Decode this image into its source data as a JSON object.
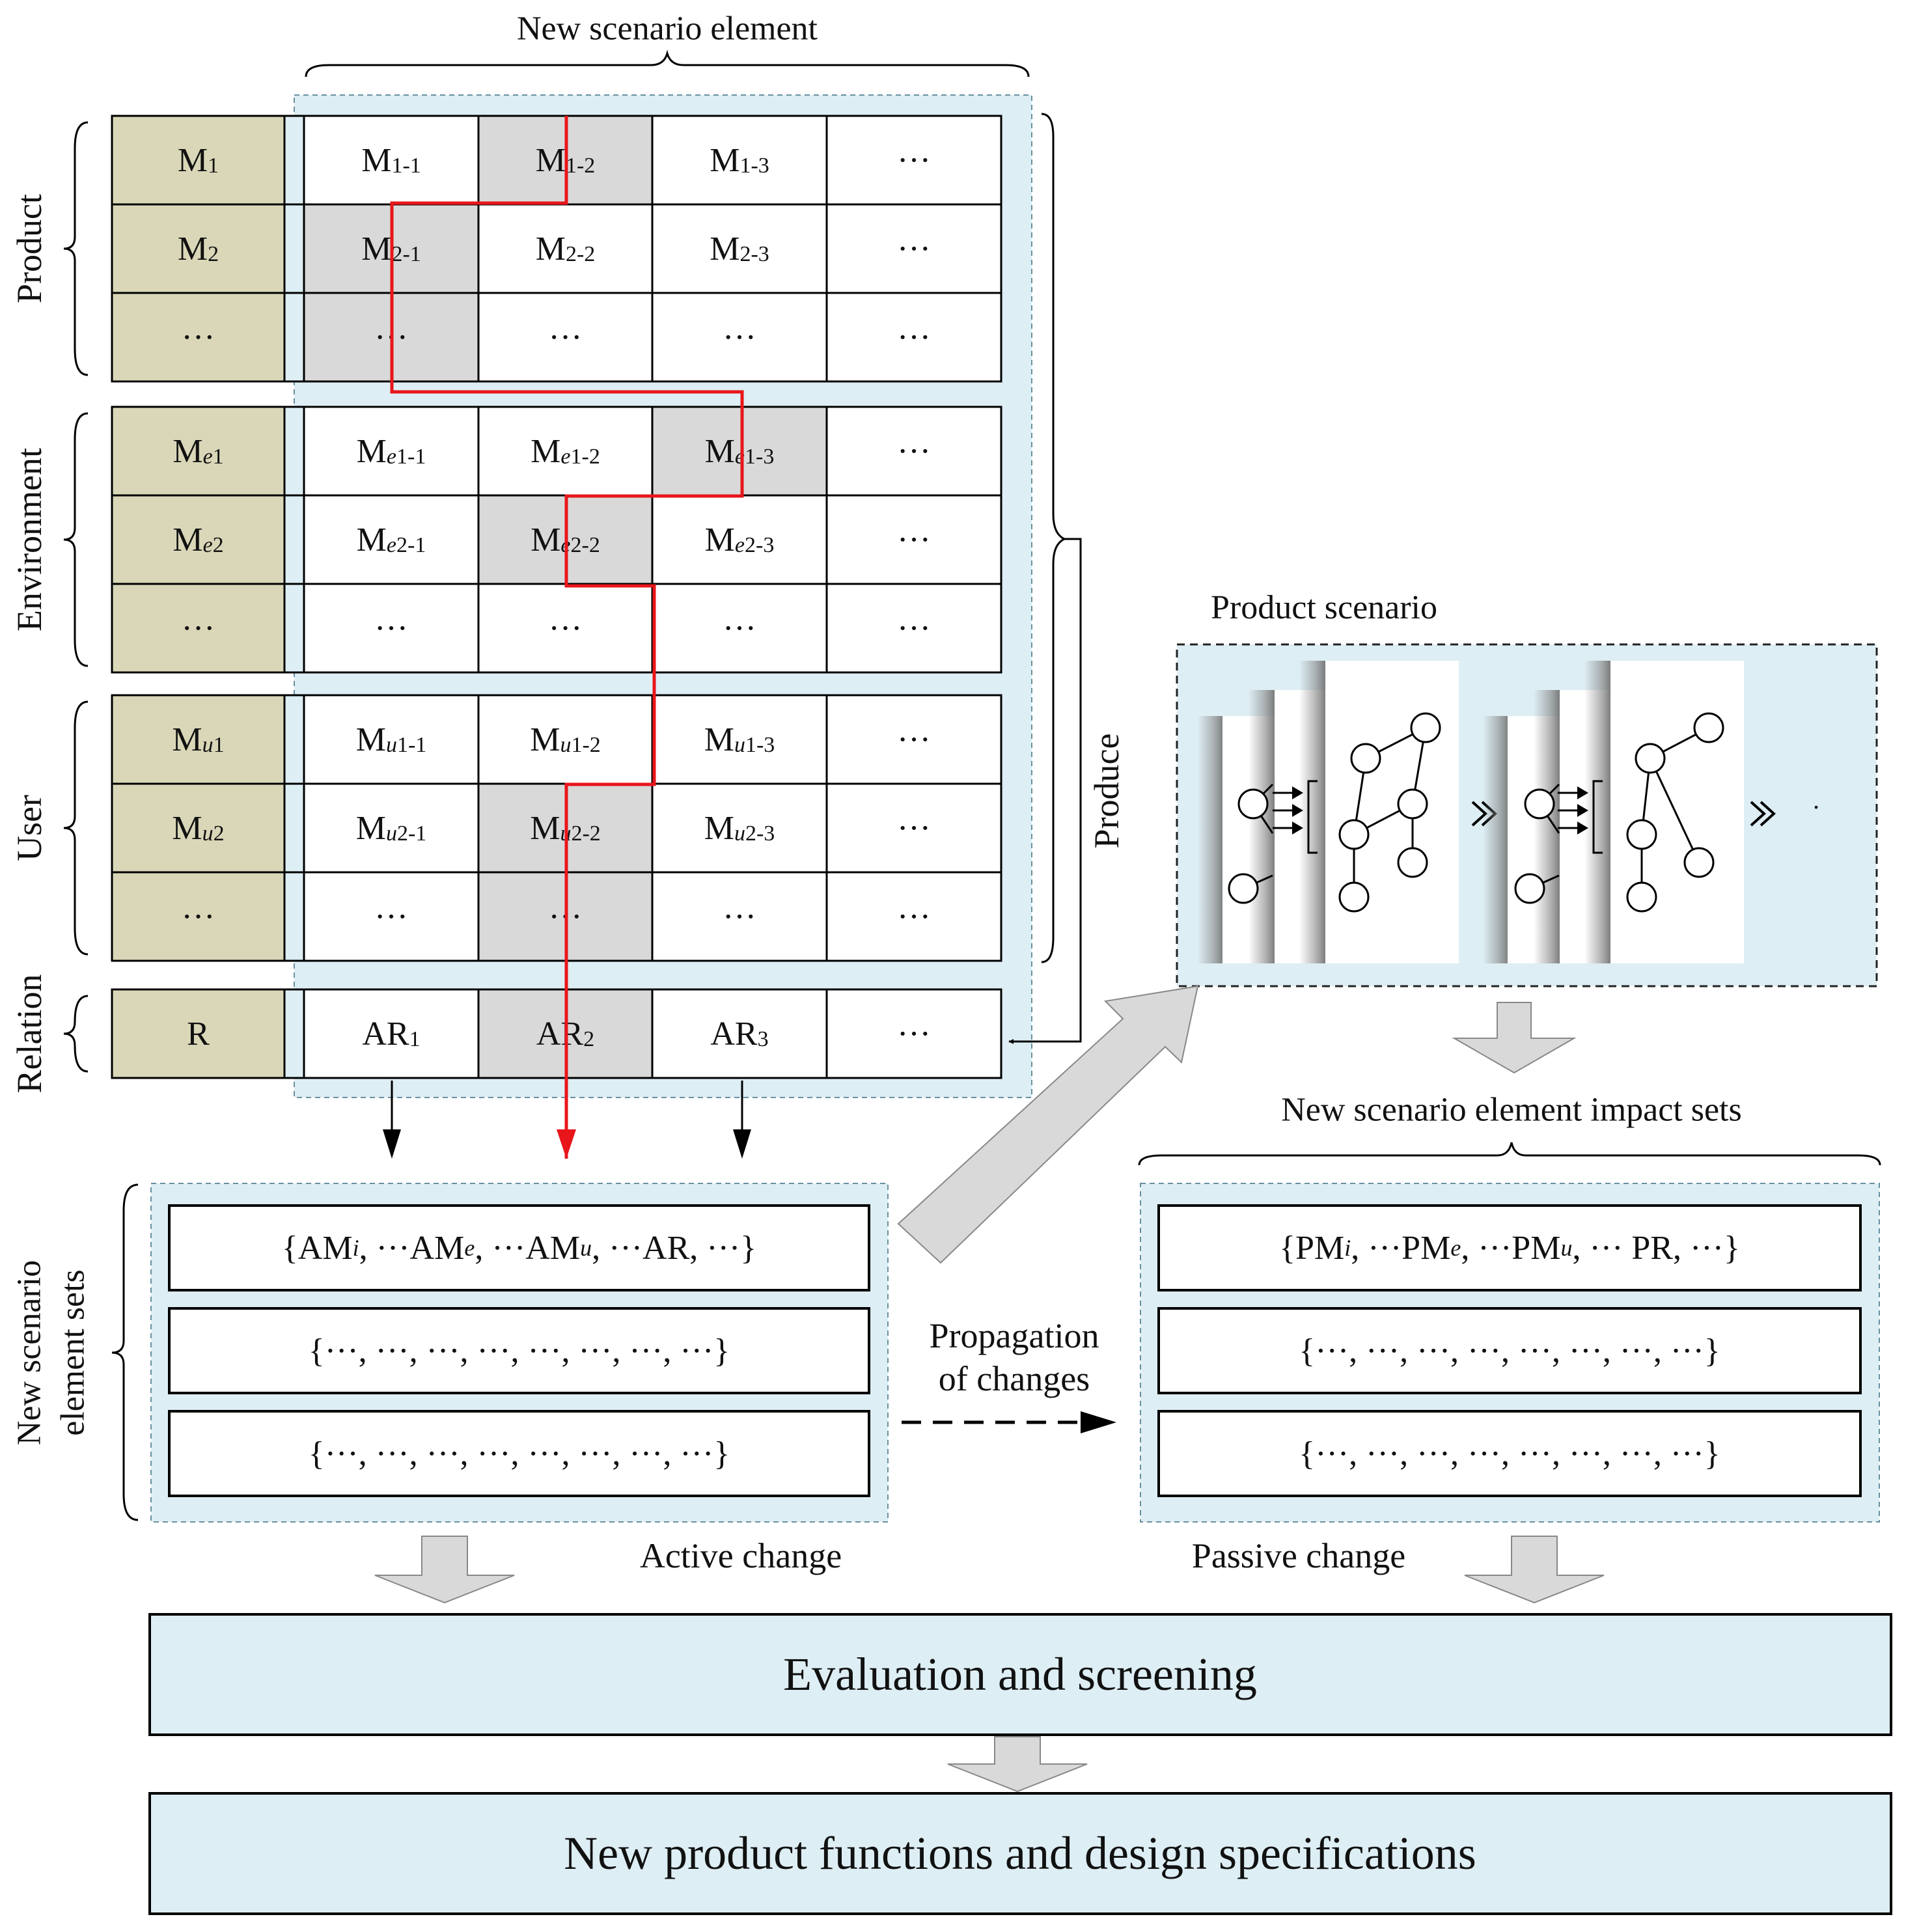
{
  "top_brace_label": "New scenario element",
  "groups": [
    {
      "label": "Product",
      "rows": [
        {
          "head": [
            "M",
            "1",
            ""
          ],
          "cells": [
            [
              "M",
              "1-1",
              ""
            ],
            [
              "M",
              "1-2",
              ""
            ],
            [
              "M",
              "1-3",
              ""
            ],
            [
              "···",
              "",
              ""
            ]
          ]
        },
        {
          "head": [
            "M",
            "2",
            ""
          ],
          "cells": [
            [
              "M",
              "2-1",
              ""
            ],
            [
              "M",
              "2-2",
              ""
            ],
            [
              "M",
              "2-3",
              ""
            ],
            [
              "···",
              "",
              ""
            ]
          ]
        },
        {
          "head": [
            "···",
            "",
            ""
          ],
          "cells": [
            [
              "···",
              "",
              ""
            ],
            [
              "···",
              "",
              ""
            ],
            [
              "···",
              "",
              ""
            ],
            [
              "···",
              "",
              ""
            ]
          ]
        }
      ]
    },
    {
      "label": "Environment",
      "rows": [
        {
          "head": [
            "M",
            "e",
            "1"
          ],
          "cells": [
            [
              "M",
              "e",
              "1-1"
            ],
            [
              "M",
              "e",
              "1-2"
            ],
            [
              "M",
              "e",
              "1-3"
            ],
            [
              "···",
              "",
              ""
            ]
          ]
        },
        {
          "head": [
            "M",
            "e",
            "2"
          ],
          "cells": [
            [
              "M",
              "e",
              "2-1"
            ],
            [
              "M",
              "e",
              "2-2"
            ],
            [
              "M",
              "e",
              "2-3"
            ],
            [
              "···",
              "",
              ""
            ]
          ]
        },
        {
          "head": [
            "···",
            "",
            ""
          ],
          "cells": [
            [
              "···",
              "",
              ""
            ],
            [
              "···",
              "",
              ""
            ],
            [
              "···",
              "",
              ""
            ],
            [
              "···",
              "",
              ""
            ]
          ]
        }
      ]
    },
    {
      "label": "User",
      "rows": [
        {
          "head": [
            "M",
            "u",
            "1"
          ],
          "cells": [
            [
              "M",
              "u",
              "1-1"
            ],
            [
              "M",
              "u",
              "1-2"
            ],
            [
              "M",
              "u",
              "1-3"
            ],
            [
              "···",
              "",
              ""
            ]
          ]
        },
        {
          "head": [
            "M",
            "u",
            "2"
          ],
          "cells": [
            [
              "M",
              "u",
              "2-1"
            ],
            [
              "M",
              "u",
              "2-2"
            ],
            [
              "M",
              "u",
              "2-3"
            ],
            [
              "···",
              "",
              ""
            ]
          ]
        },
        {
          "head": [
            "···",
            "",
            ""
          ],
          "cells": [
            [
              "···",
              "",
              ""
            ],
            [
              "···",
              "",
              ""
            ],
            [
              "···",
              "",
              ""
            ],
            [
              "···",
              "",
              ""
            ]
          ]
        }
      ]
    },
    {
      "label": "Relation",
      "rows": [
        {
          "head": [
            "R",
            "",
            ""
          ],
          "cells": [
            [
              "AR",
              "1",
              ""
            ],
            [
              "AR",
              "2",
              ""
            ],
            [
              "AR",
              "3",
              ""
            ],
            [
              "···",
              "",
              ""
            ]
          ]
        }
      ]
    }
  ],
  "highlighted_cells": [
    [
      0,
      0,
      1
    ],
    [
      0,
      1,
      0
    ],
    [
      0,
      2,
      0
    ],
    [
      1,
      0,
      2
    ],
    [
      1,
      1,
      1
    ],
    [
      2,
      1,
      1
    ],
    [
      2,
      2,
      1
    ],
    [
      3,
      0,
      1
    ]
  ],
  "produce_label": "Produce",
  "product_scenario_label": "Product scenario",
  "impact_sets_label": "New scenario element impact sets",
  "new_sets_label_line1": "New scenario",
  "new_sets_label_line2": "element sets",
  "active_sets": [
    [
      [
        "{AM",
        ""
      ],
      [
        "i",
        "i"
      ],
      [
        ", ···AM",
        ""
      ],
      [
        "e",
        "i"
      ],
      [
        ", ···AM",
        ""
      ],
      [
        "u",
        "i"
      ],
      [
        ", ···AR, ···}",
        ""
      ]
    ],
    [
      [
        "{···, ···, ···, ···, ···, ···, ···, ···}",
        ""
      ]
    ],
    [
      [
        "{···, ···, ···, ···, ···, ···, ···, ···}",
        ""
      ]
    ]
  ],
  "passive_sets": [
    [
      [
        "{PM",
        ""
      ],
      [
        "i",
        "i"
      ],
      [
        ", ···PM",
        ""
      ],
      [
        "e",
        "i"
      ],
      [
        ", ···PM",
        ""
      ],
      [
        "u",
        "i"
      ],
      [
        ",  ··· PR, ···}",
        ""
      ]
    ],
    [
      [
        "{···, ···, ···, ···, ···, ···, ···, ···}",
        ""
      ]
    ],
    [
      [
        "{···, ···, ···, ···, ···, ···, ···, ···}",
        ""
      ]
    ]
  ],
  "propagation_line1": "Propagation",
  "propagation_line2": "of changes",
  "active_change_label": "Active change",
  "passive_change_label": "Passive change",
  "evaluation_label": "Evaluation and screening",
  "final_label": "New product functions and design specifications",
  "scenario_more": "·",
  "colors": {
    "head_fill": "#d9d7b8",
    "panel_fill": "#ddeef4",
    "highlight": "#d9d9d9",
    "path": "#e8161b",
    "arrow_fill": "#d9d9d9"
  }
}
